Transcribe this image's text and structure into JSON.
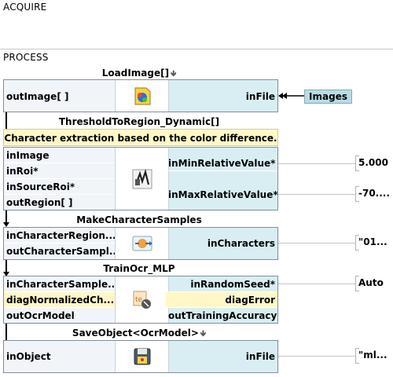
{
  "sections": {
    "acquire": "ACQUIRE",
    "process": "PROCESS"
  },
  "blocks": {
    "load_image": {
      "title": "LoadImage[]",
      "title_icon": "down-arrow-icon",
      "icon": "load-image-icon",
      "inputs": [],
      "left_ports": [
        "outImage[ ]"
      ],
      "right_ports": [
        "inFile"
      ],
      "source": "Images"
    },
    "threshold": {
      "title": "ThresholdToRegion_Dynamic[]",
      "comment": "Character extraction based on the color difference.",
      "icon": "threshold-icon",
      "left_ports": [
        "inImage",
        "inRoi*",
        "inSourceRoi*",
        "outRegion[ ]"
      ],
      "right_ports": [
        "inMinRelativeValue*",
        "inMaxRelativeValue*"
      ],
      "right_values": [
        "5.000",
        "-70...."
      ]
    },
    "make_samples": {
      "title": "MakeCharacterSamples",
      "icon": "character-samples-icon",
      "left_ports": [
        "inCharacterRegion...",
        "outCharacterSampl..."
      ],
      "right_ports": [
        "inCharacters"
      ],
      "right_values": [
        "\"01..."
      ]
    },
    "train_ocr": {
      "title": "TrainOcr_MLP",
      "icon": "train-ocr-icon",
      "left_ports": [
        "inCharacterSample...",
        "diagNormalizedCh...",
        "outOcrModel"
      ],
      "right_ports": [
        "inRandomSeed*",
        "diagError",
        "outTrainingAccuracy"
      ],
      "right_values": [
        "Auto"
      ]
    },
    "save_object": {
      "title": "SaveObject<OcrModel>",
      "title_icon": "down-arrow-icon",
      "icon": "save-icon",
      "left_ports": [
        "inObject"
      ],
      "right_ports": [
        "inFile"
      ],
      "right_values": [
        "\"ml..."
      ]
    }
  }
}
